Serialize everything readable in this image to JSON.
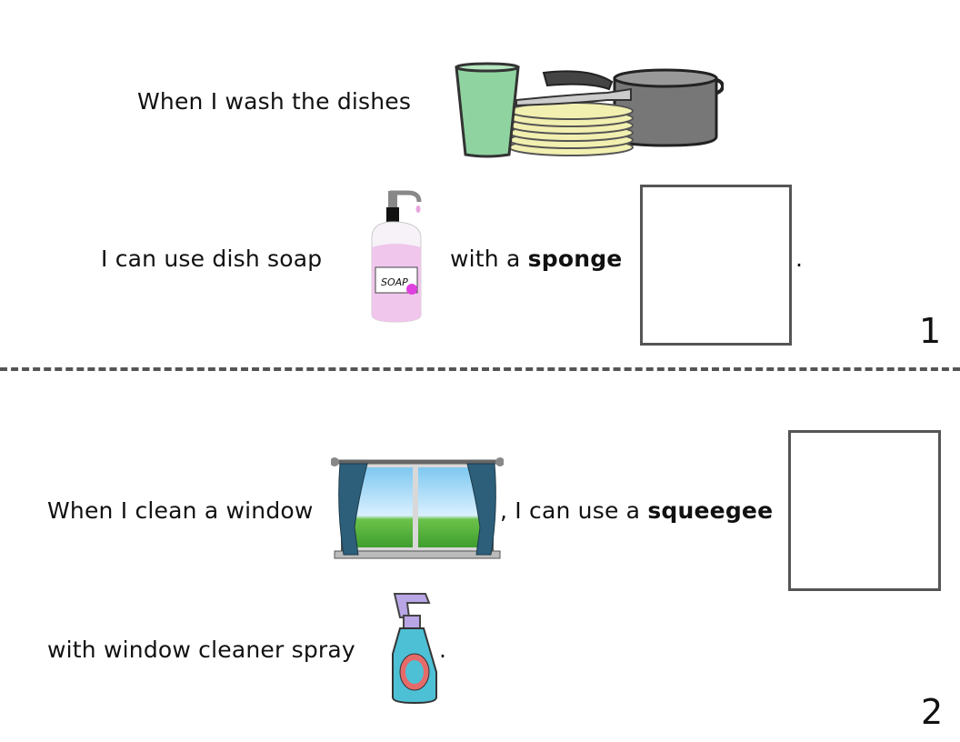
{
  "card1": {
    "line1": "When I wash the dishes",
    "line2_start": "I can use dish soap",
    "line2_mid": "with a ",
    "line2_bold": "sponge",
    "line2_end": ".",
    "soap_label": "SOAP",
    "page_number": "1"
  },
  "card2": {
    "line1_start": "When I clean a window",
    "line1_mid": ",  I can use a ",
    "line1_bold": "squeegee",
    "line2": "with window cleaner spray",
    "line2_end": ".",
    "page_number": "2"
  }
}
